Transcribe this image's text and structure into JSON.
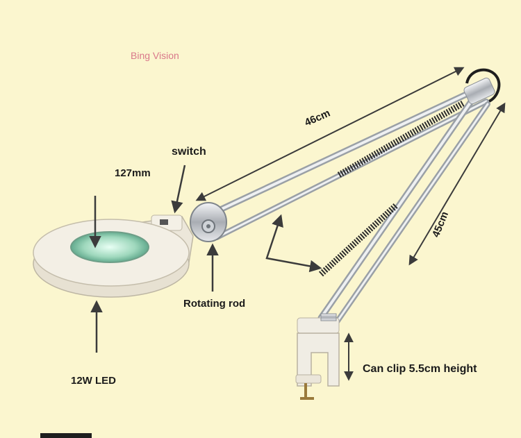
{
  "watermark": "Bing Vision",
  "labels": {
    "switch": "switch",
    "lens_diameter": "127mm",
    "upper_arm_length": "46cm",
    "lower_arm_length": "45cm",
    "rotating_rod": "Rotating rod",
    "light": "12W LED",
    "clip": "Can clip 5.5cm height"
  },
  "colors": {
    "background": "#fbf6cf",
    "lamp_head": "#f1ede3",
    "lens": "#7fc4a6",
    "arm": "#c8cbd0",
    "arrow": "#3b3b3b"
  }
}
